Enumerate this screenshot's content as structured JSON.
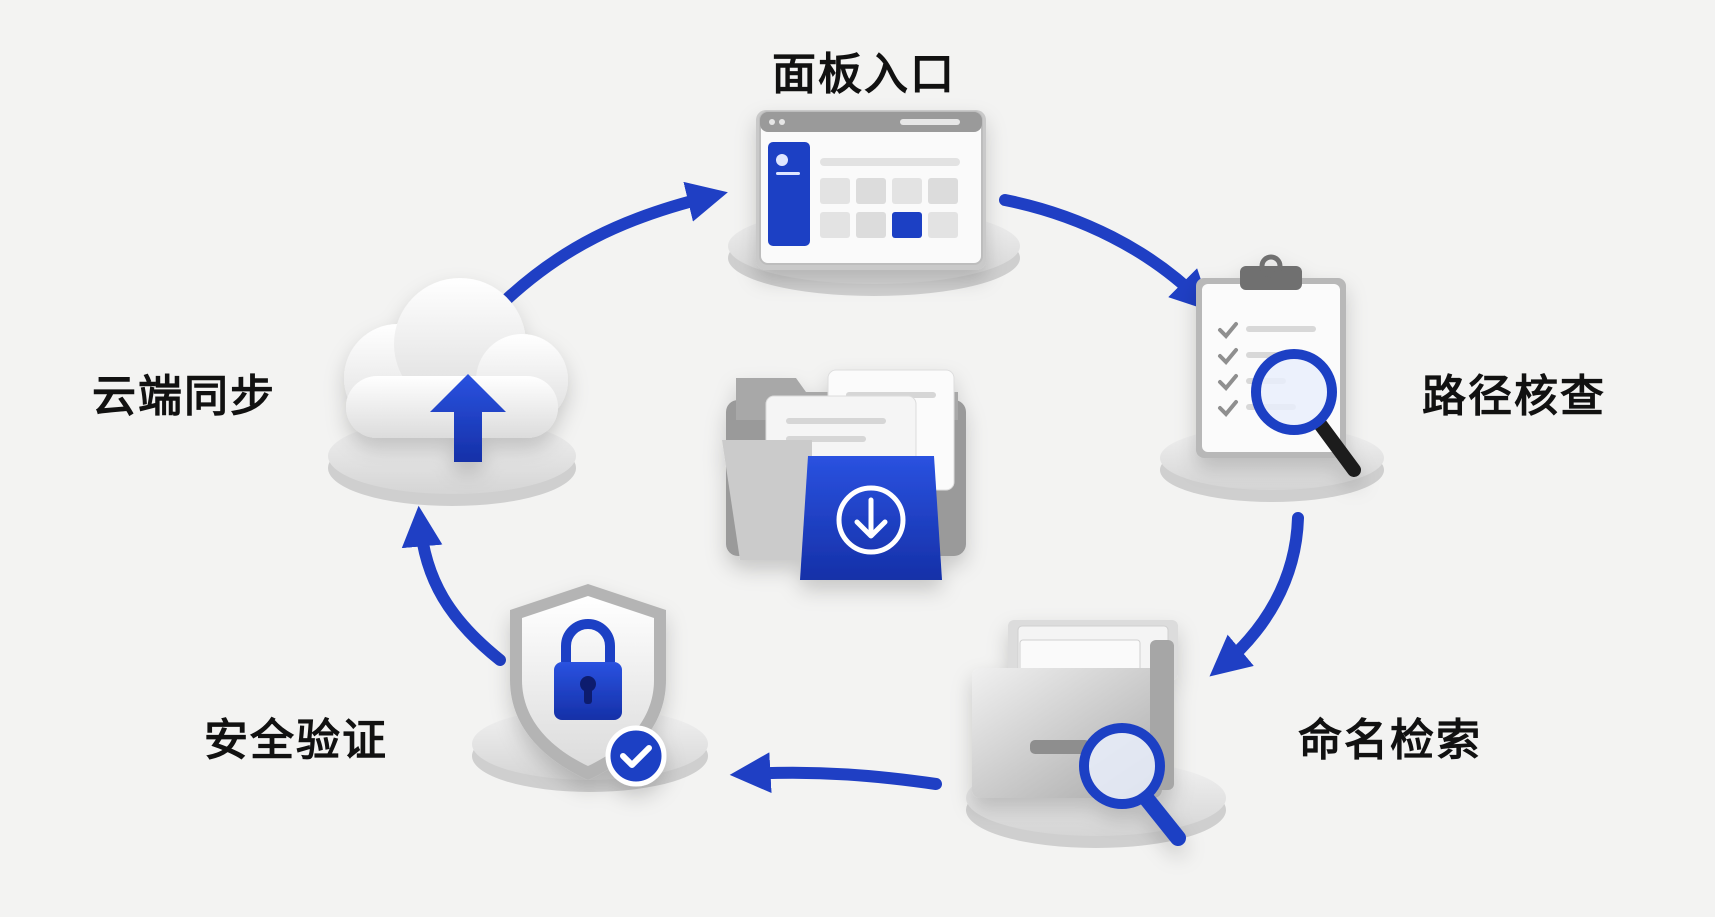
{
  "colors": {
    "accent": "#1f3fc4",
    "background": "#f3f3f2",
    "label": "#111111",
    "platform": "#e4e4e4"
  },
  "steps": [
    {
      "id": "top",
      "label": "面板入口",
      "icon": "dashboard-window-icon"
    },
    {
      "id": "right",
      "label": "路径核查",
      "icon": "clipboard-magnifier-icon"
    },
    {
      "id": "bottom-right",
      "label": "命名检索",
      "icon": "file-drawer-magnifier-icon"
    },
    {
      "id": "bottom-left",
      "label": "安全验证",
      "icon": "shield-lock-icon"
    },
    {
      "id": "left",
      "label": "云端同步",
      "icon": "cloud-upload-icon"
    }
  ],
  "center": {
    "icon": "folder-download-icon"
  },
  "flow": "clockwise"
}
